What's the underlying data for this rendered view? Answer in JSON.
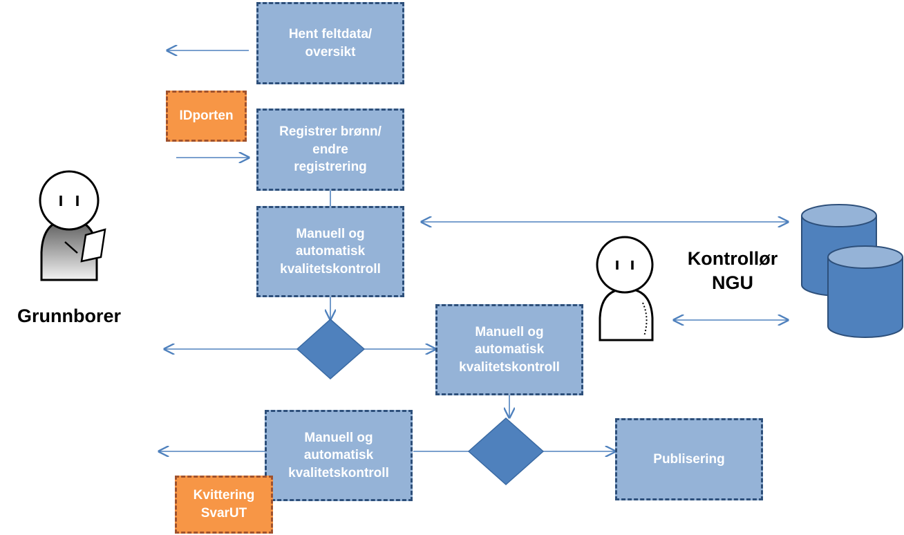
{
  "boxes": {
    "hent": "Hent feltdata/\noversikt",
    "idporten": "IDporten",
    "registrer": "Registrer brønn/\nendre\nregistrering",
    "kontroll1": "Manuell og\nautomatisk\nkvalitetskontroll",
    "kontroll2": "Manuell og\nautomatisk\nkvalitetskontroll",
    "kontroll3": "Manuell og\nautomatisk\nkvalitetskontroll",
    "publisering": "Publisering",
    "kvittering": "Kvittering\nSvarUT"
  },
  "actors": {
    "grunnborer": "Grunnborer",
    "kontrollor": "Kontrollør\nNGU"
  },
  "colors": {
    "box_fill": "#95b3d7",
    "box_border": "#2d4f7a",
    "orange_fill": "#f79646",
    "diamond_fill": "#4f81bd",
    "arrow": "#4f81bd",
    "db_fill": "#4f81bd"
  },
  "icons": [
    "person-with-clipboard-icon",
    "person-icon",
    "database-icon"
  ]
}
